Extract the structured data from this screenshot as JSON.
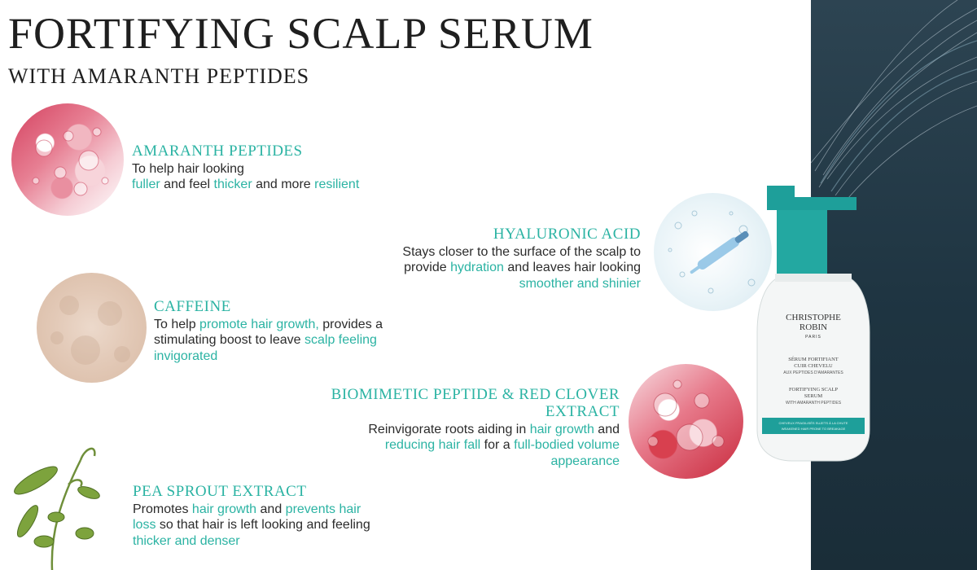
{
  "title": "FORTIFYING SCALP SERUM",
  "subtitle": "WITH AMARANTH PEPTIDES",
  "ingredients": {
    "amaranth": {
      "heading": "AMARANTH PEPTIDES",
      "line1": "To help hair looking",
      "l2a": "fuller",
      "l2b": " and feel ",
      "l2c": "thicker",
      "l2d": " and more ",
      "l2e": "resilient"
    },
    "caffeine": {
      "heading": "CAFFEINE",
      "l1a": "To help ",
      "l1b": "promote hair growth,",
      "l1c": " provides a",
      "l2a": "stimulating boost to leave ",
      "l2b": "scalp feeling",
      "l3": "invigorated"
    },
    "hyaluronic": {
      "heading": "HYALURONIC ACID",
      "line1": "Stays closer to the surface of the scalp to",
      "l2a": "provide ",
      "l2b": "hydration",
      "l2c": " and leaves hair looking",
      "l3": "smoother and shinier"
    },
    "biomimetic": {
      "heading1": "BIOMIMETIC PEPTIDE & RED CLOVER",
      "heading2": "EXTRACT",
      "l1a": "Reinvigorate roots aiding in ",
      "l1b": "hair growth",
      "l1c": " and",
      "l2a": "reducing hair fall",
      "l2b": " for a ",
      "l2c": "full-bodied volume",
      "l3": "appearance"
    },
    "pea": {
      "heading": "PEA SPROUT EXTRACT",
      "l1a": "Promotes ",
      "l1b": "hair growth",
      "l1c": " and ",
      "l1d": "prevents hair",
      "l2a": "loss",
      "l2b": " so that hair is left looking and feeling",
      "l3": "thicker and denser"
    }
  },
  "bottle": {
    "brand1": "CHRISTOPHE",
    "brand2": "ROBIN",
    "city": "PARIS",
    "fr1": "SÉRUM FORTIFIANT",
    "fr2": "CUIR CHEVELU",
    "fr3": "AUX PEPTIDES D'AMARANTES",
    "en1": "FORTIFYING SCALP",
    "en2": "SERUM",
    "en3": "WITH AMARANTH PEPTIDES",
    "band1": "CHEVEUX FRAGILISÉS SUJETS À LA CHUTE",
    "band2": "WEAKENED HAIR PRONE TO BREAKAGE"
  },
  "colors": {
    "accent": "#2bb3a3",
    "text": "#2b2b2b",
    "dark_panel": "#1e3441"
  }
}
